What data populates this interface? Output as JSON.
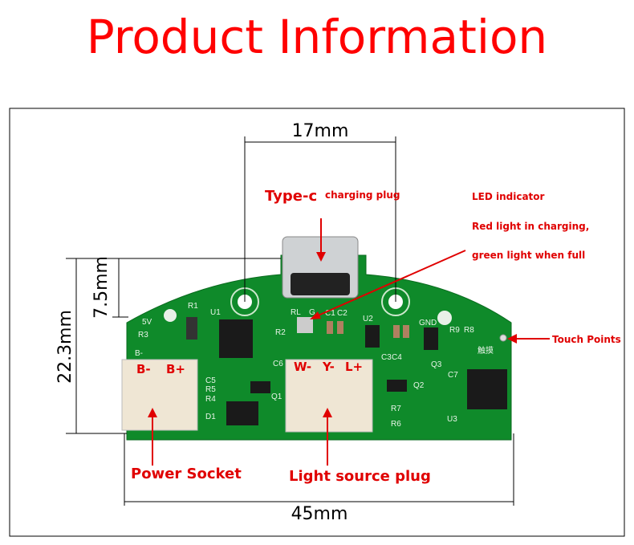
{
  "title": "Product Information",
  "dimensions": {
    "width_top": "17mm",
    "height_small": "7.5mm",
    "height_total": "22.3mm",
    "width_total": "45mm"
  },
  "labels": {
    "type_c": "Type-c",
    "charging_plug": "charging plug",
    "led_indicator": "LED indicator",
    "led_line1": "Red light in charging,",
    "led_line2": "green light when full",
    "touch_points": "Touch Points",
    "power_socket": "Power Socket",
    "light_source_plug": "Light source plug",
    "b_minus": "B-",
    "b_plus": "B+",
    "w_minus": "W-",
    "y_minus": "Y-",
    "l_plus": "L+"
  },
  "silkscreen": [
    "R1",
    "U1",
    "5V",
    "R3",
    "B-",
    "R2",
    "RL",
    "G",
    "C1",
    "C2",
    "U2",
    "GND",
    "R9",
    "R8",
    "C3",
    "C4",
    "Q3",
    "C6",
    "C5",
    "R5",
    "R4",
    "D1",
    "Q1",
    "Q2",
    "R7",
    "R6",
    "C7",
    "U3",
    "触摸"
  ],
  "colors": {
    "accent": "#ff0000",
    "pcb": "#0f8a2a"
  }
}
